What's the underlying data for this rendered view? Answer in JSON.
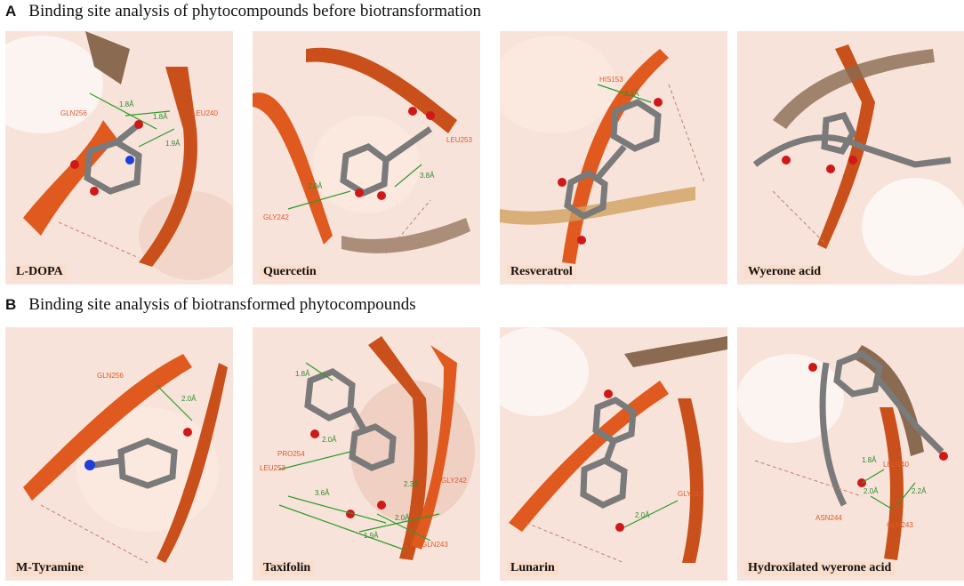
{
  "sectionA": {
    "letter": "A",
    "title": "Binding site analysis of phytocompounds before biotransformation",
    "panels": [
      {
        "label": "L-DOPA",
        "residues": [
          "GLN256",
          "LEU240"
        ],
        "distances": [
          "1.8Å",
          "1.8Å",
          "1.9Å"
        ]
      },
      {
        "label": "Quercetin",
        "residues": [
          "LEU253",
          "GLY242"
        ],
        "distances": [
          "2.0Å",
          "3.8Å"
        ]
      },
      {
        "label": "Resveratrol",
        "residues": [
          "HIS153"
        ],
        "distances": [
          "2.1Å"
        ]
      },
      {
        "label": "Wyerone acid",
        "residues": [],
        "distances": []
      }
    ]
  },
  "sectionB": {
    "letter": "B",
    "title": "Binding site analysis of biotransformed phytocompounds",
    "panels": [
      {
        "label": "M-Tyramine",
        "residues": [
          "GLN256"
        ],
        "distances": [
          "2.0Å"
        ]
      },
      {
        "label": "Taxifolin",
        "residues": [
          "PRO254",
          "LEU253",
          "GLY242",
          "GLN243"
        ],
        "distances": [
          "1.8Å",
          "2.0Å",
          "3.6Å",
          "2.3Å",
          "2.0Å",
          "1.9Å"
        ]
      },
      {
        "label": "Lunarin",
        "residues": [
          "GLY242"
        ],
        "distances": [
          "2.0Å"
        ]
      },
      {
        "label": "Hydroxilated wyerone acid",
        "residues": [
          "LEU240",
          "ASN244",
          "GLN243"
        ],
        "distances": [
          "1.8Å",
          "2.0Å",
          "2.2Å"
        ]
      }
    ]
  },
  "colors": {
    "surface": "#f7e3d9",
    "ribbon": "#e0591e",
    "ribbon_dark": "#8a6a50",
    "carbon": "#7a7a7a",
    "oxygen": "#d01818",
    "nitrogen": "#1e3fd8",
    "hbond": "#2e9b2e"
  }
}
